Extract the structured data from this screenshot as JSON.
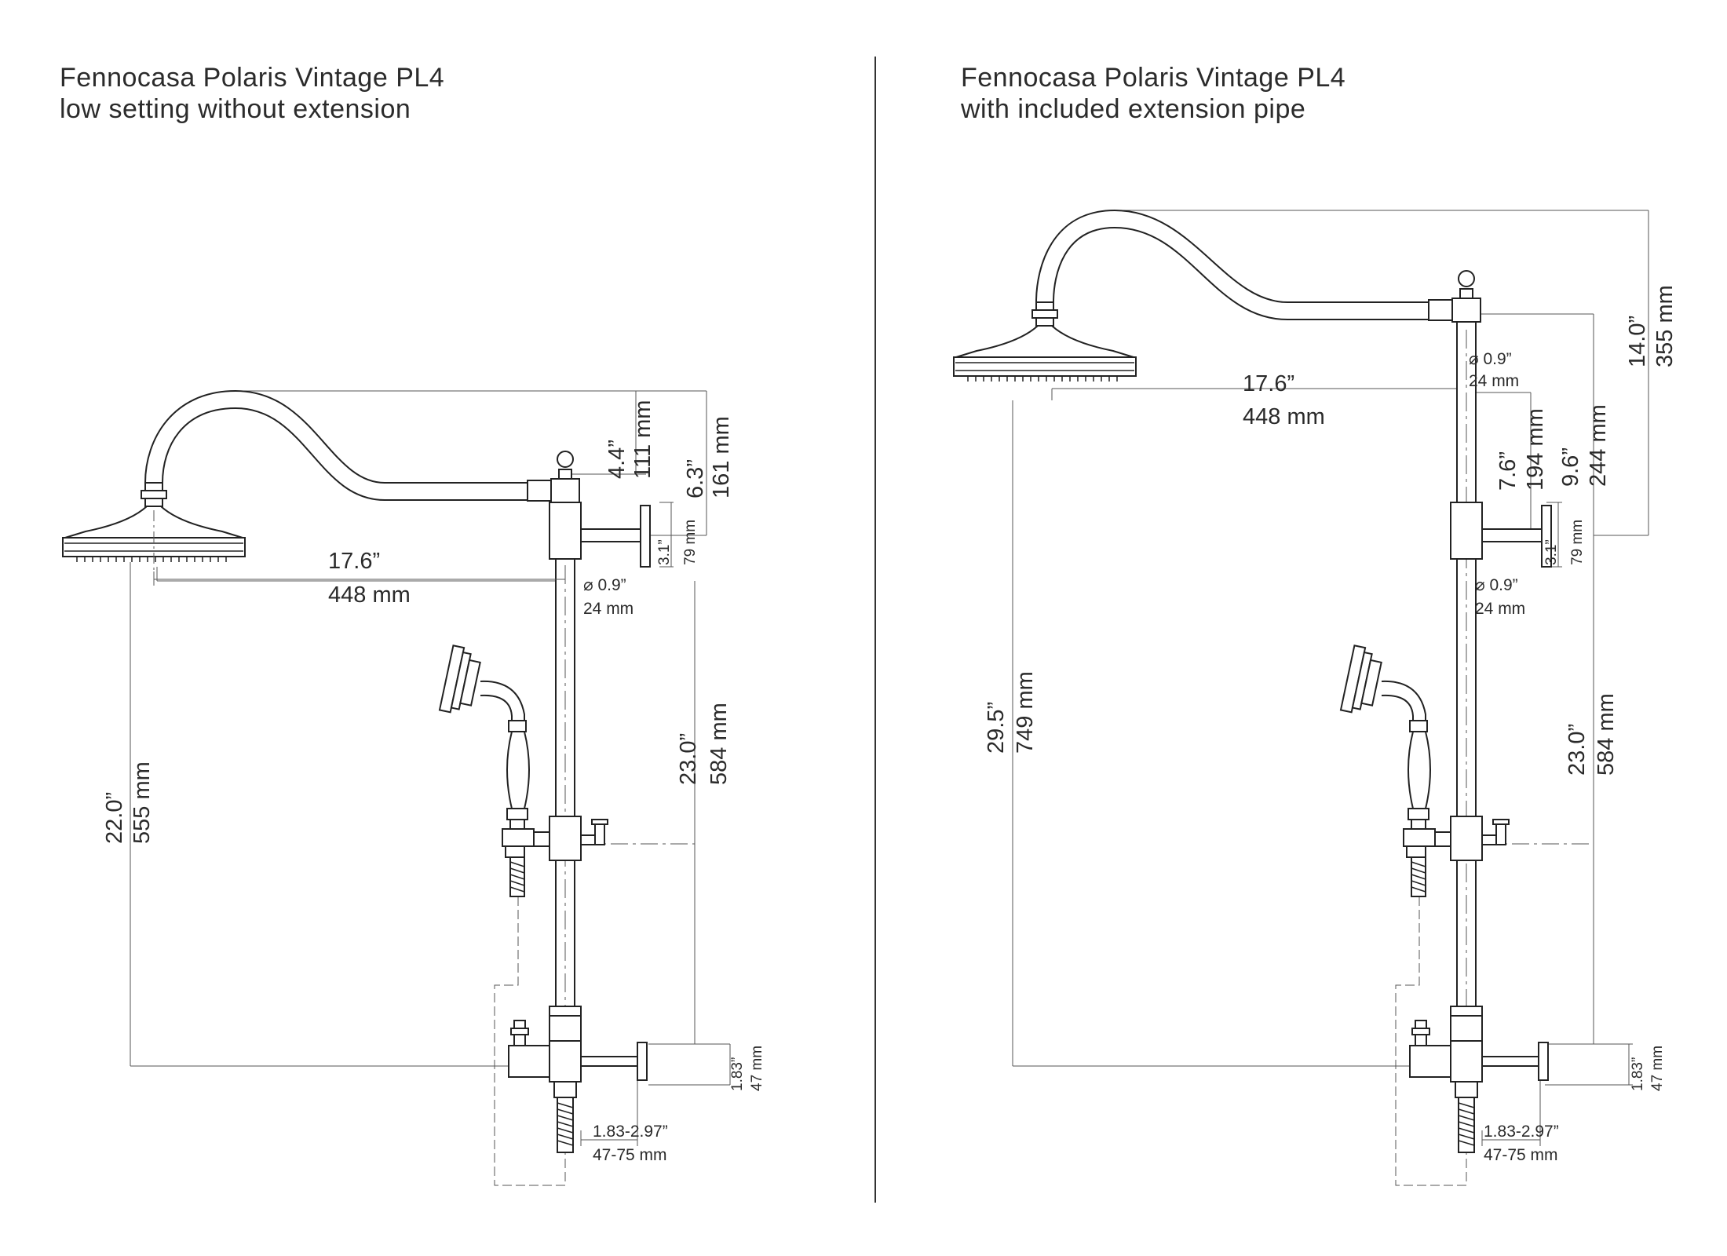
{
  "left_panel": {
    "title_line1": "Fennocasa Polaris Vintage PL4",
    "title_line2": "low setting without extension",
    "dims": {
      "arm_rise_in": "4.4”",
      "arm_rise_mm": "111 mm",
      "arm_total_in": "6.3”",
      "arm_total_mm": "161 mm",
      "wall_bracket_in": "3.1”",
      "wall_bracket_mm": "79 mm",
      "reach_in": "17.6”",
      "reach_mm": "448 mm",
      "rail_diameter_in": "⌀ 0.9”",
      "rail_diameter_mm": "24 mm",
      "rail_height_in": "23.0”",
      "rail_height_mm": "584 mm",
      "head_height_in": "22.0”",
      "head_height_mm": "555 mm",
      "outlet_in": "1.83”",
      "outlet_mm": "47 mm",
      "offset_in": "1.83-2.97”",
      "offset_mm": "47-75 mm"
    }
  },
  "right_panel": {
    "title_line1": "Fennocasa Polaris Vintage PL4",
    "title_line2": "with included extension pipe",
    "dims": {
      "arm_total_in": "14.0”",
      "arm_total_mm": "355 mm",
      "upper_rail_in": "7.6”",
      "upper_rail_mm": "194 mm",
      "upper_total_in": "9.6”",
      "upper_total_mm": "244 mm",
      "wall_bracket_in": "3.1”",
      "wall_bracket_mm": "79 mm",
      "reach_in": "17.6”",
      "reach_mm": "448 mm",
      "ext_diameter_in": "⌀ 0.9”",
      "ext_diameter_mm": "24 mm",
      "rail_diameter_in": "⌀ 0.9”",
      "rail_diameter_mm": "24 mm",
      "head_height_in": "29.5”",
      "head_height_mm": "749 mm",
      "rail_height_in": "23.0”",
      "rail_height_mm": "584 mm",
      "outlet_in": "1.83”",
      "outlet_mm": "47 mm",
      "offset_in": "1.83-2.97”",
      "offset_mm": "47-75 mm"
    }
  }
}
